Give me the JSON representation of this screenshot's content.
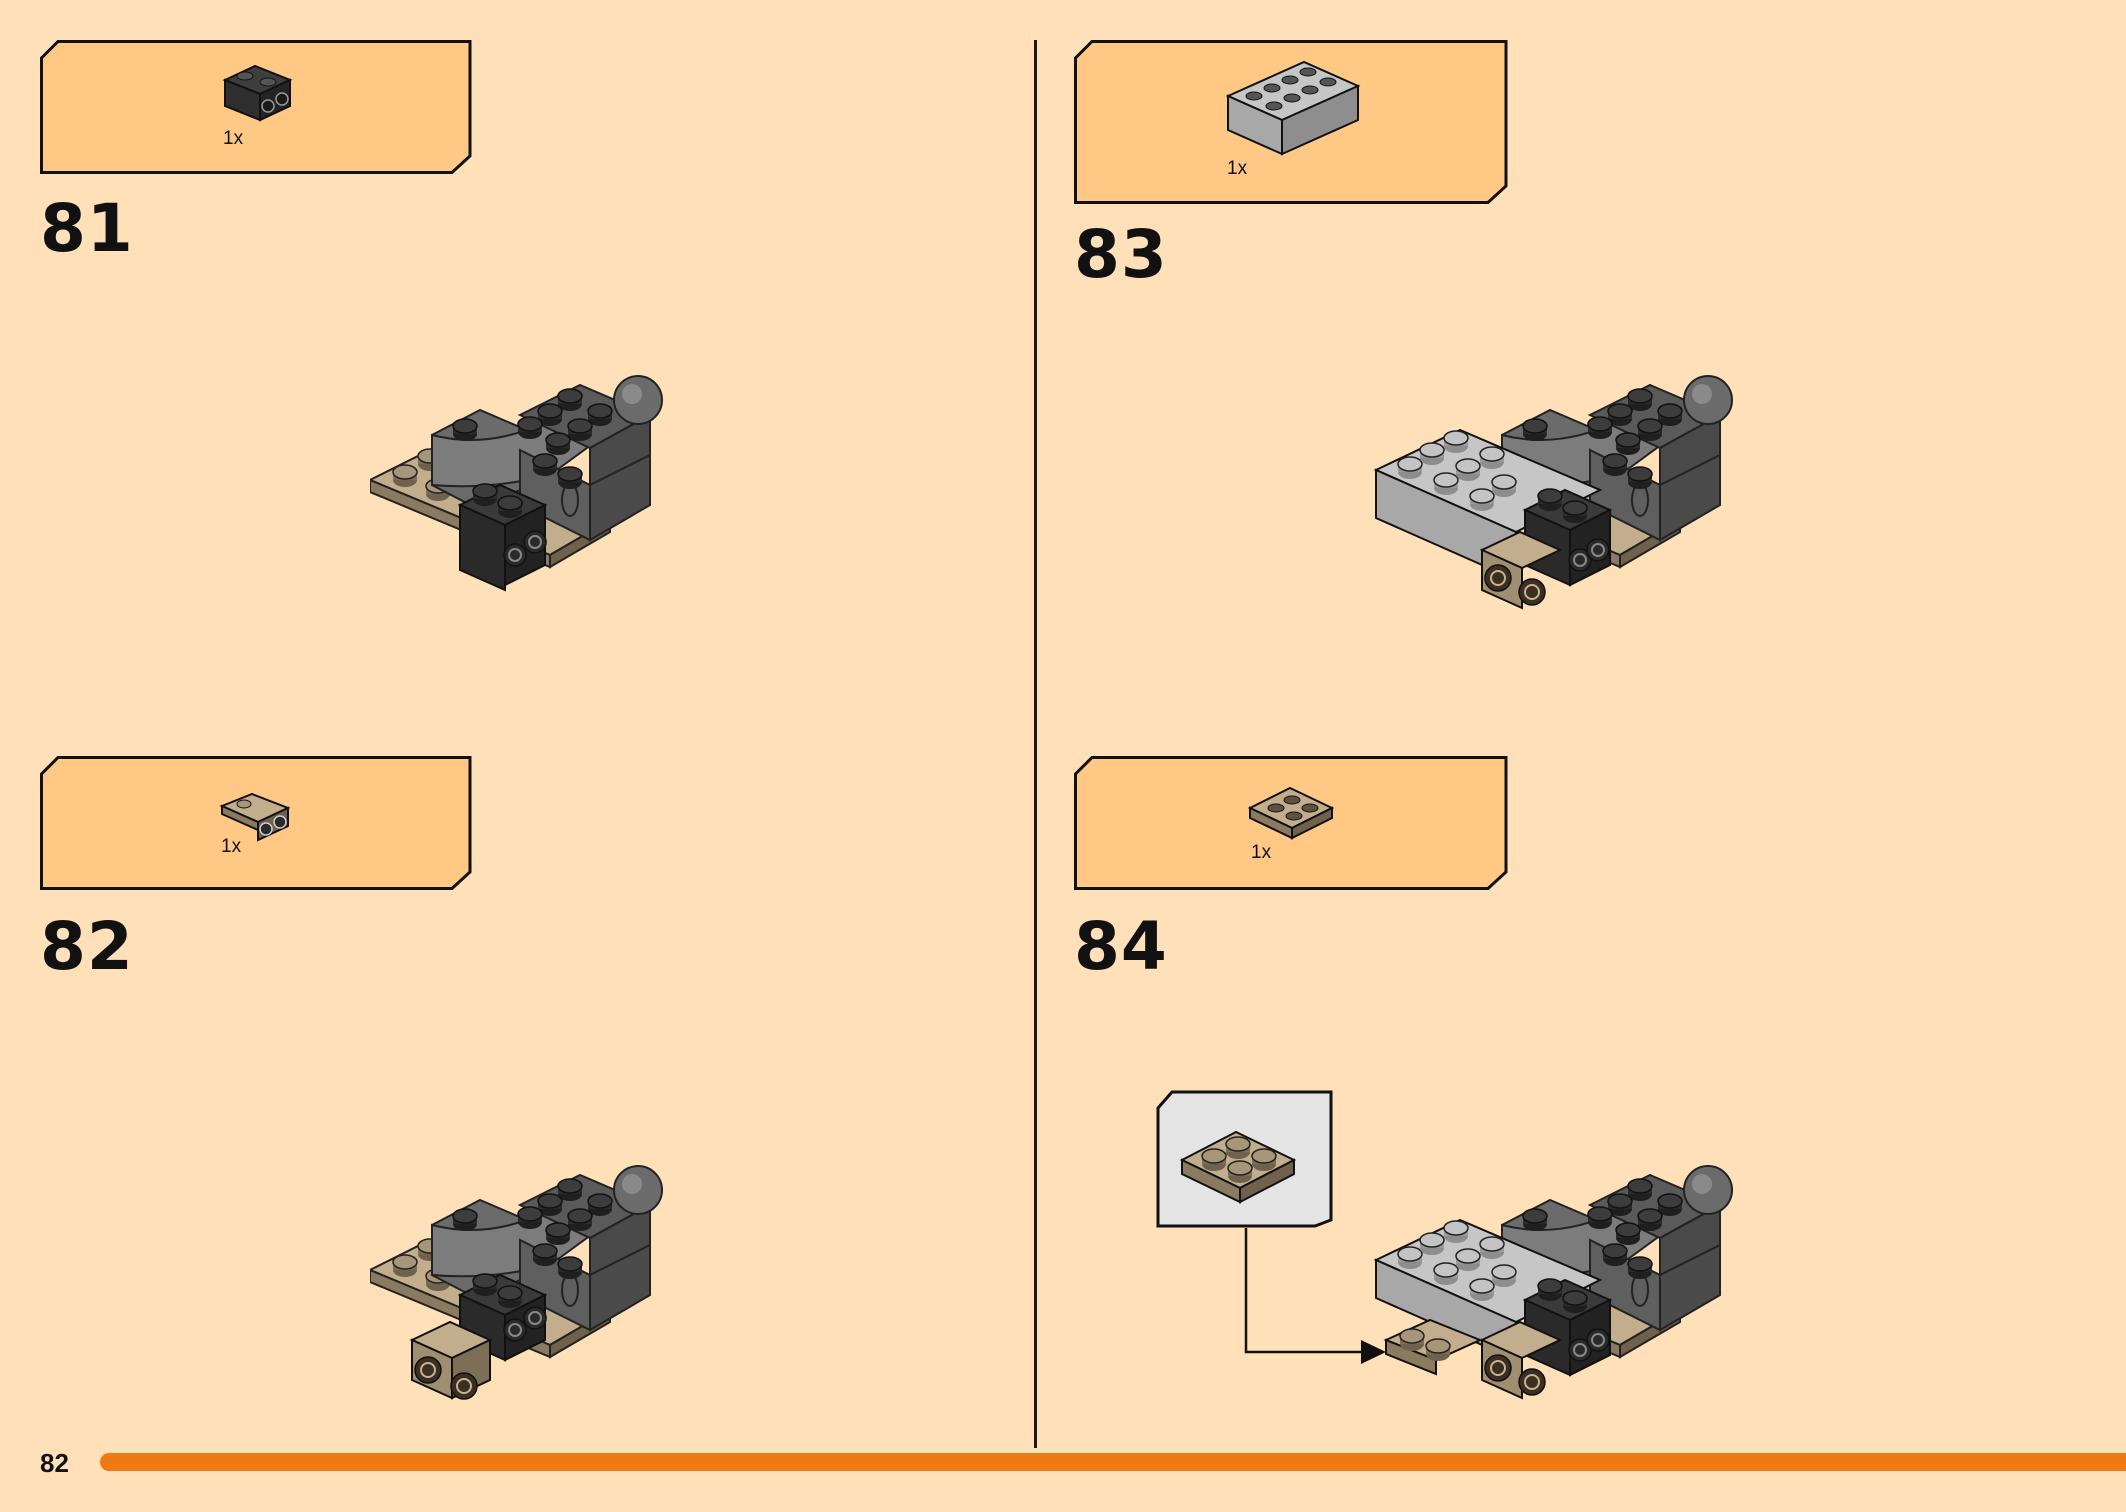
{
  "page_number": "82",
  "progress": 1.0,
  "colors": {
    "background": "#ffe0b8",
    "parts_box": "#ffc985",
    "accent_bar": "#f07a12",
    "dark_gray": "#4a4a4a",
    "black_brick": "#2e2e2e",
    "light_gray": "#b4b4b4",
    "tan": "#a89679"
  },
  "steps": [
    {
      "number": "81",
      "parts": [
        {
          "qty": "1x",
          "icon": "black-1x2-brick-with-studs-on-side"
        }
      ]
    },
    {
      "number": "82",
      "parts": [
        {
          "qty": "1x",
          "icon": "tan-1x2-bracket-plate"
        }
      ]
    },
    {
      "number": "83",
      "parts": [
        {
          "qty": "1x",
          "icon": "light-gray-2x4-brick"
        }
      ]
    },
    {
      "number": "84",
      "parts": [
        {
          "qty": "1x",
          "icon": "tan-2x2-plate"
        }
      ]
    }
  ],
  "callout": {
    "icon": "tan-2x2-plate",
    "arrow": "arrow-right-icon"
  }
}
